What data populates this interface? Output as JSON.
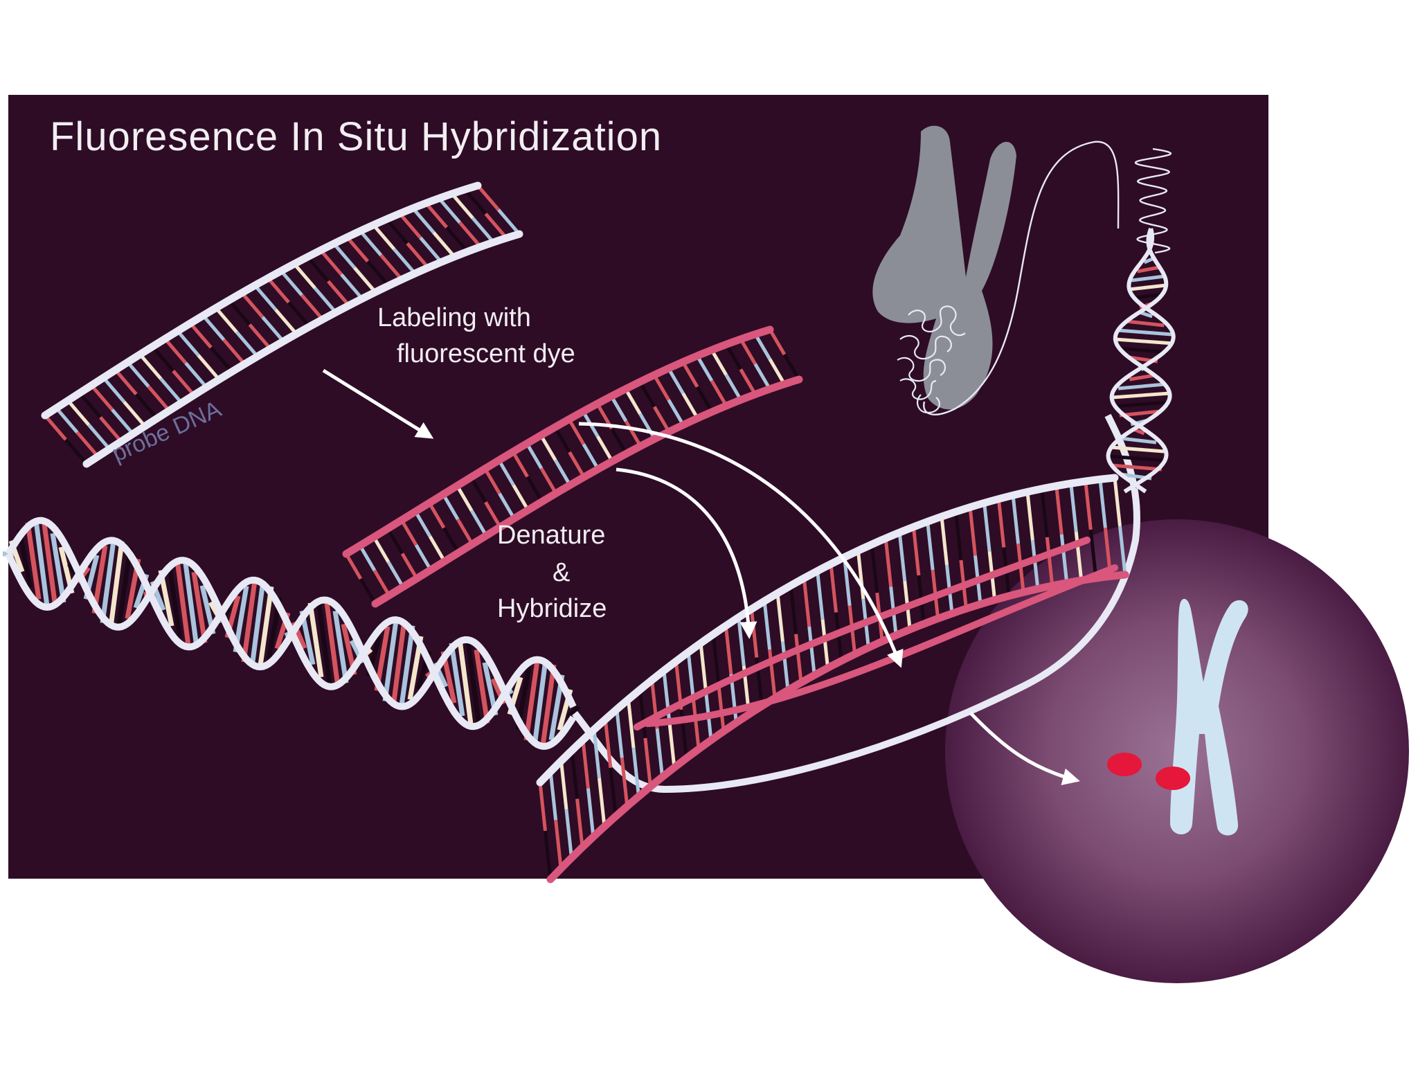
{
  "diagram": {
    "title": "Fluoresence In Situ Hybridization",
    "probe_label": "probe DNA",
    "labeling_step": {
      "line1": "Labeling with",
      "line2": "fluorescent dye"
    },
    "hybridize_step": {
      "line1": "Denature",
      "line2": "&",
      "line3": "Hybridize"
    }
  },
  "colors": {
    "background": "#2e0c26",
    "strand_white": "#e8e9f5",
    "strand_pink": "#d9567c",
    "base_red": "#d4545e",
    "base_blue": "#a9c4dc",
    "base_cream": "#f3e6cc",
    "chromosome_gray": "#8c8e97",
    "chromosome_lightblue": "#cfe4f2",
    "signal_red": "#e5173a",
    "nucleus_glow": "#7c4c73"
  },
  "icons": [
    "chromosome-gray-icon",
    "chromosome-lightblue-icon",
    "nucleus-circle",
    "chromatin-coil-icon",
    "double-helix-icon"
  ]
}
